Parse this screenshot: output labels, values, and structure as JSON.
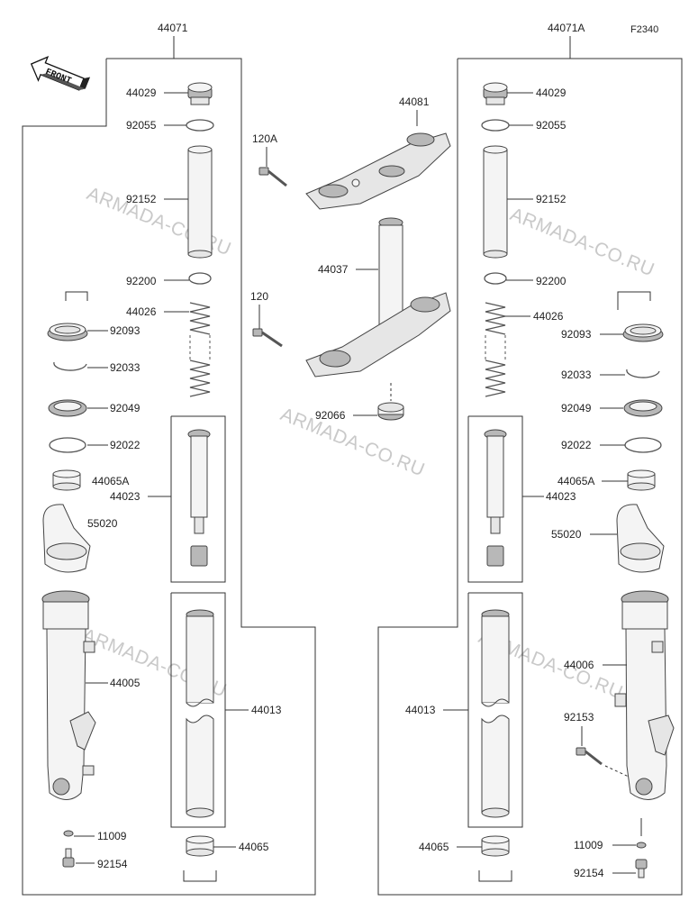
{
  "diagram": {
    "code": "F2340",
    "front_label": "FRONT",
    "watermark": "ARMADA-CO.RU",
    "assemblies": {
      "left": "44071",
      "right": "44071A"
    },
    "parts": {
      "cap_bolt": "44029",
      "o_ring": "92055",
      "spacer_tube": "92152",
      "washer": "92200",
      "spring": "44026",
      "seal_dust": "92093",
      "snap_ring": "92033",
      "oil_seal": "92049",
      "washer_seal": "92022",
      "bushing_a": "44065A",
      "cylinder_assy": "44023",
      "protector": "55020",
      "outer_tube_left": "44005",
      "outer_tube_right": "44006",
      "inner_tube": "44013",
      "bushing": "44065",
      "gasket": "11009",
      "socket_bolt": "92154",
      "axle_bolt": "92153",
      "upper_bracket": "44081",
      "bolt_120a": "120A",
      "stem_bracket": "44037",
      "bolt_120": "120",
      "stem_nut": "92066"
    }
  }
}
